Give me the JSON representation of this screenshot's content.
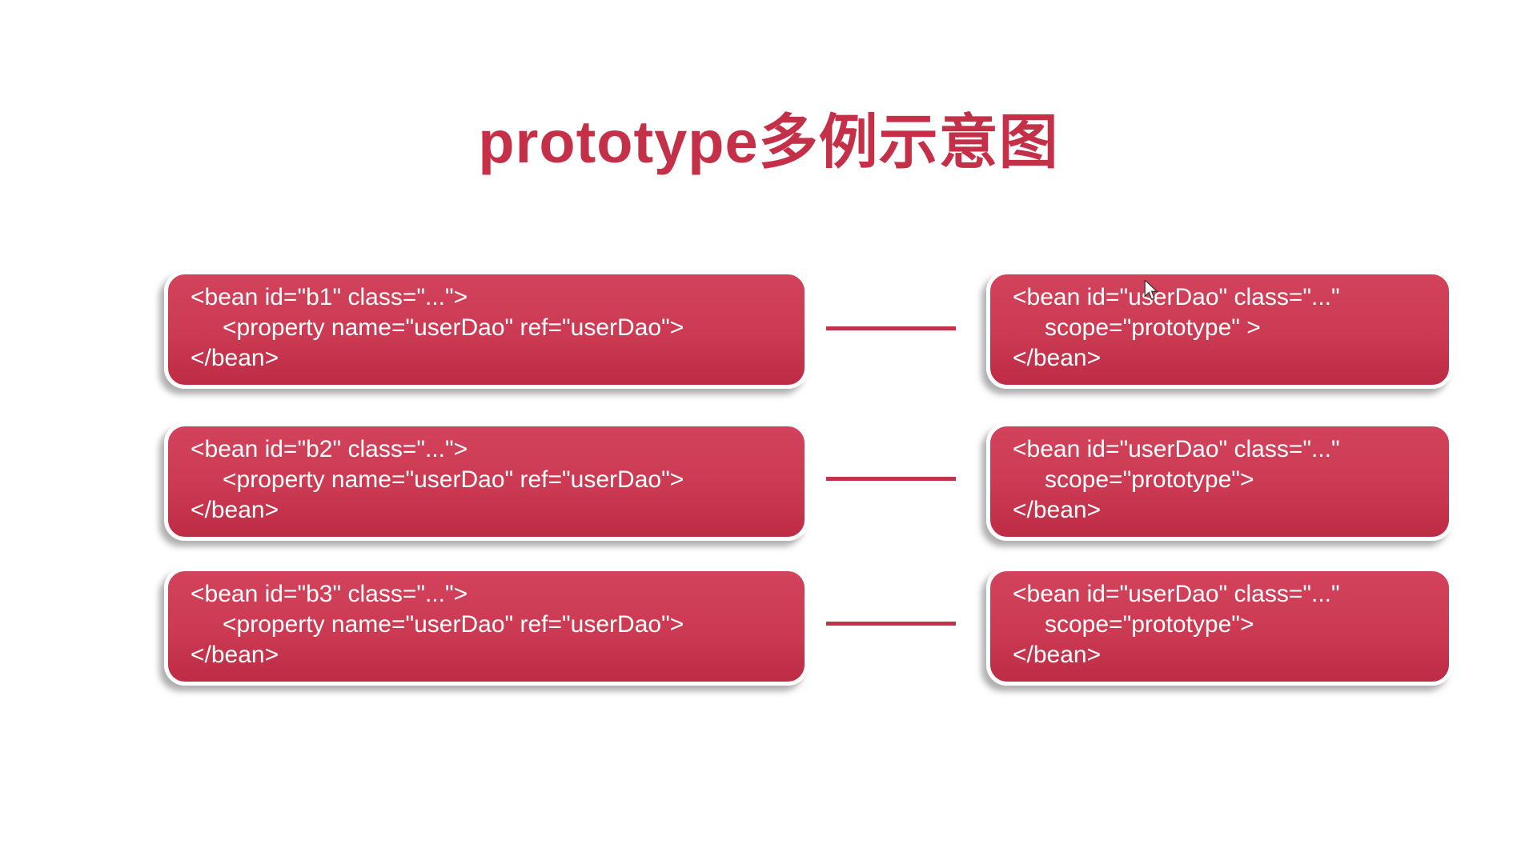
{
  "page": {
    "title": "prototype多例示意图",
    "title_color": "#c53049",
    "background_color": "#ffffff"
  },
  "colors": {
    "box_fill": "#cb3a52",
    "box_border": "#ffffff",
    "box_text": "#ffffff",
    "connector": "#c23049"
  },
  "cursor": {
    "icon": "mouse-arrow-icon"
  },
  "rows": [
    {
      "left": {
        "lines": [
          "<bean id=\"b1\" class=\"...\">",
          "<property name=\"userDao\" ref=\"userDao\">",
          "</bean>"
        ]
      },
      "right": {
        "lines": [
          "<bean id=\"userDao\" class=\"...\"",
          "scope=\"prototype\" >",
          "</bean>"
        ]
      }
    },
    {
      "left": {
        "lines": [
          "<bean id=\"b2\" class=\"...\">",
          "<property name=\"userDao\" ref=\"userDao\">",
          "</bean>"
        ]
      },
      "right": {
        "lines": [
          "<bean id=\"userDao\" class=\"...\"",
          "scope=\"prototype\">",
          "</bean>"
        ]
      }
    },
    {
      "left": {
        "lines": [
          "<bean id=\"b3\" class=\"...\">",
          "<property name=\"userDao\" ref=\"userDao\">",
          "</bean>"
        ]
      },
      "right": {
        "lines": [
          "<bean id=\"userDao\" class=\"...\"",
          "scope=\"prototype\">",
          "</bean>"
        ]
      }
    }
  ]
}
